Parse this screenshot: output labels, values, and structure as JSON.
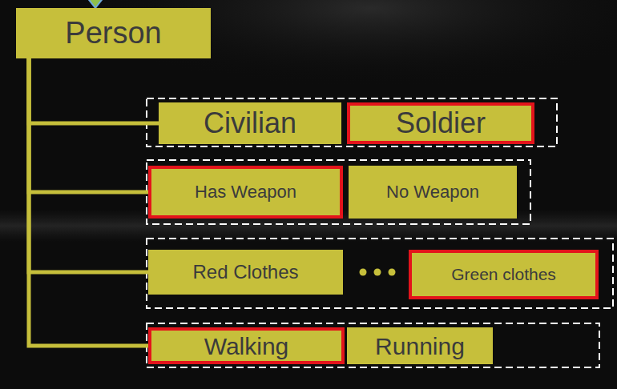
{
  "diagram": {
    "nodes": [
      {
        "text": [
          "Person"
        ]
      },
      {
        "text": [
          "Civilian"
        ]
      },
      {
        "text": [
          "Soldier"
        ]
      },
      {
        "text": [
          "Has Weapon"
        ]
      },
      {
        "text": [
          "No Weapon"
        ]
      },
      {
        "text": [
          "Red Clothes"
        ]
      },
      {
        "text": [
          "Green clothes"
        ]
      },
      {
        "text": [
          "Walking"
        ]
      },
      {
        "text": [
          "Running"
        ]
      }
    ],
    "edges": [
      {
        "from": 0,
        "to": 1,
        "arrow": "none"
      },
      {
        "from": 0,
        "to": 3,
        "arrow": "none"
      },
      {
        "from": 0,
        "to": 5,
        "arrow": "none"
      },
      {
        "from": 0,
        "to": 7,
        "arrow": "none"
      }
    ]
  }
}
